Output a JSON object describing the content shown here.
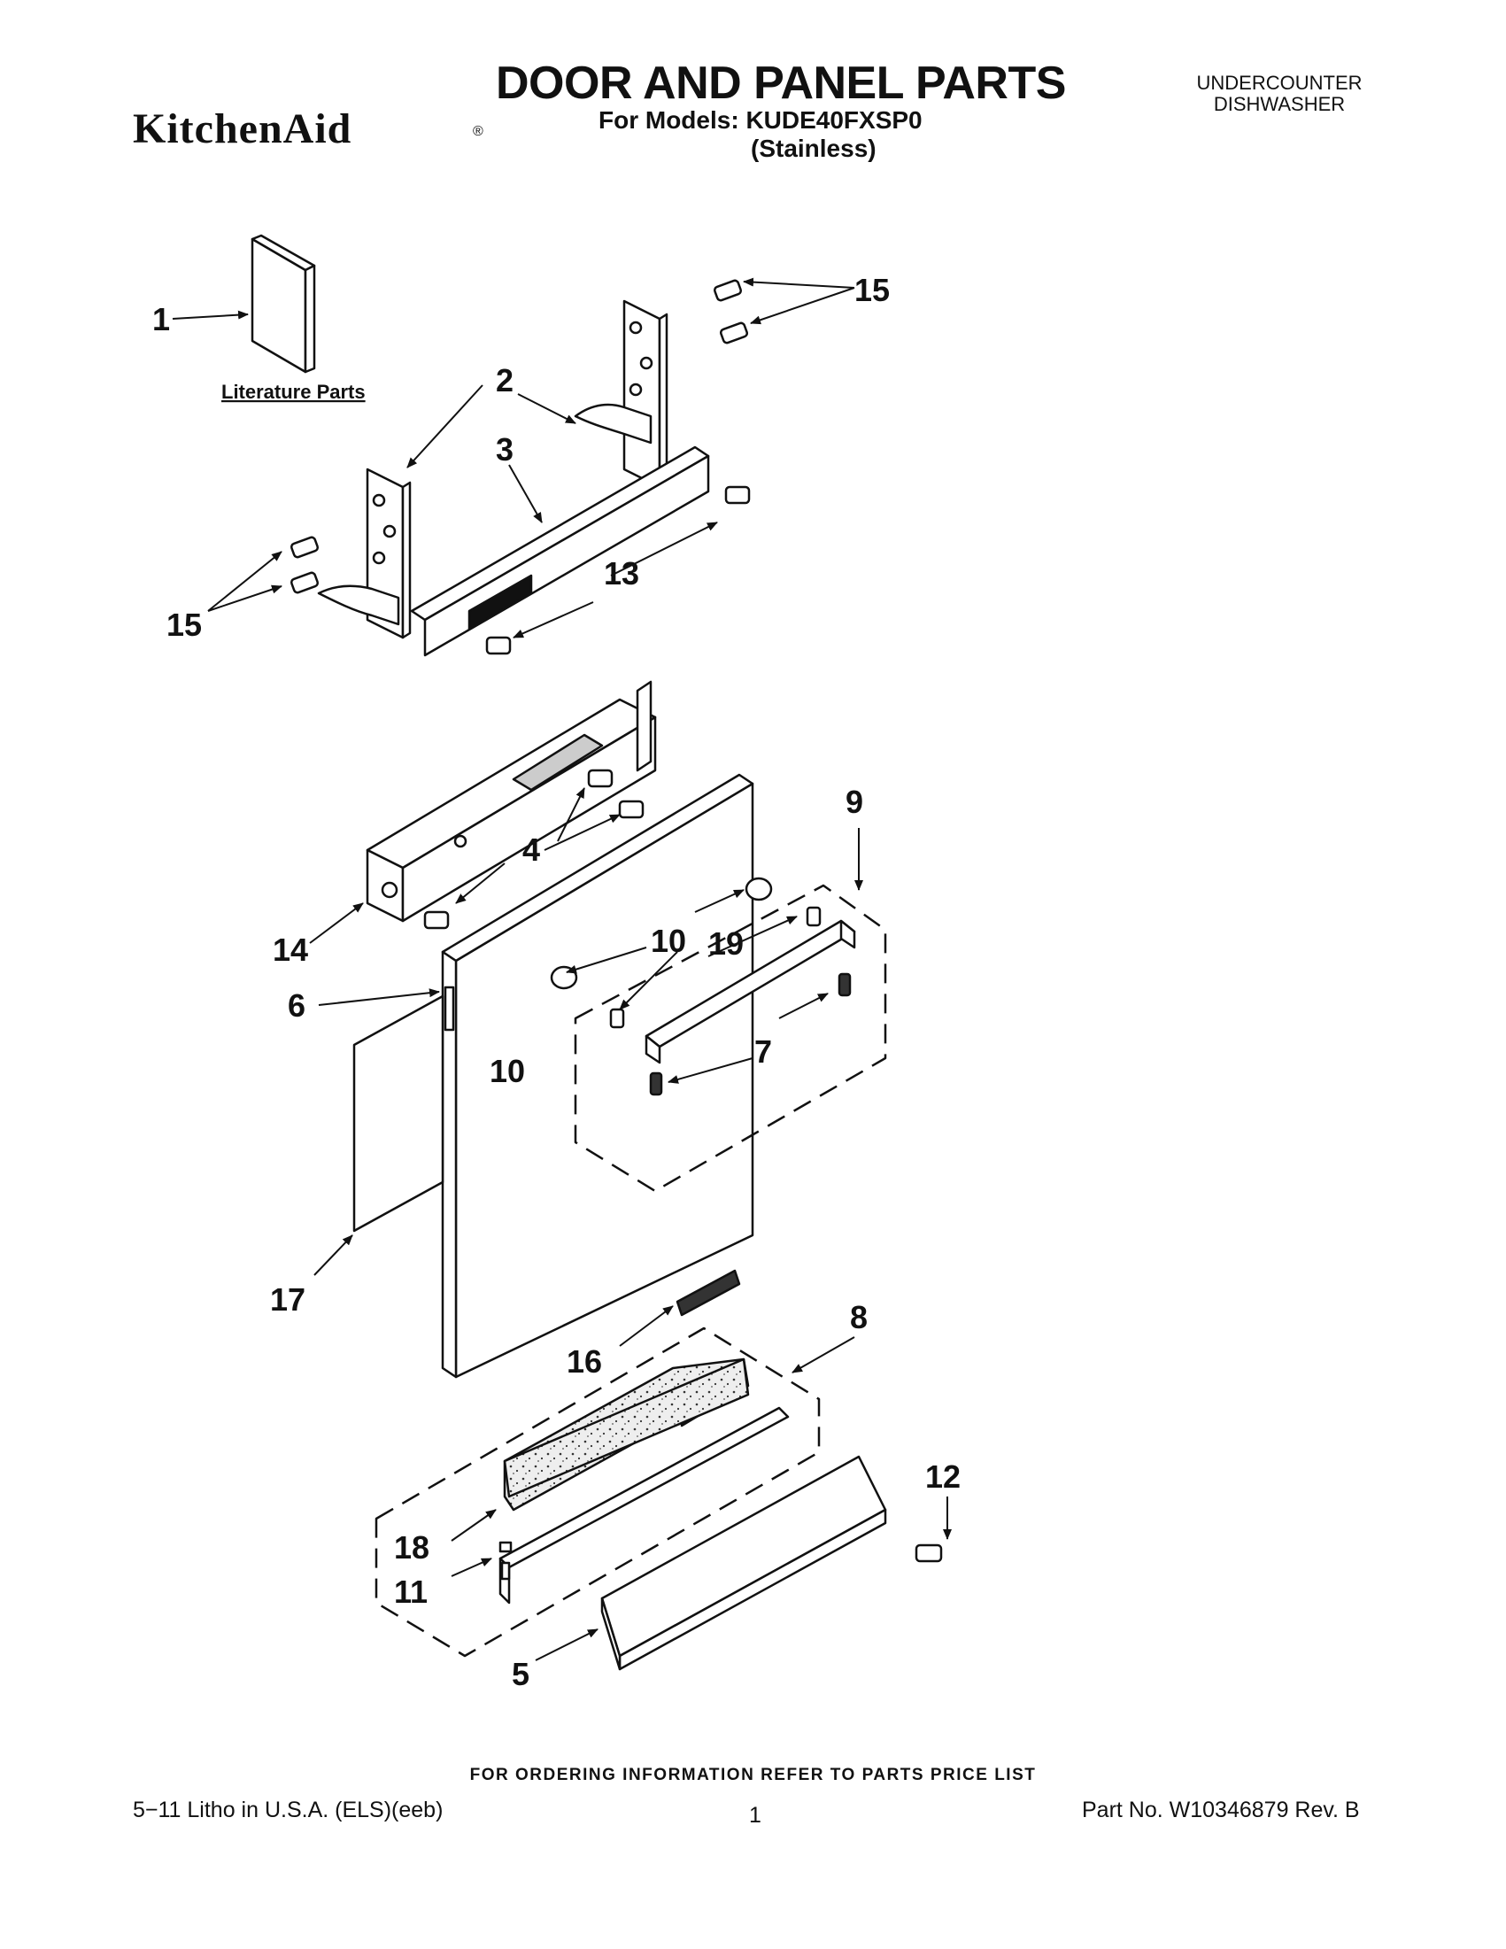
{
  "header": {
    "brand": "KitchenAid",
    "brand_mark": "®",
    "title": "DOOR AND PANEL PARTS",
    "models_line": "For Models: KUDE40FXSP0",
    "model_variant": "(Stainless)",
    "product_type_line1": "UNDERCOUNTER",
    "product_type_line2": "DISHWASHER"
  },
  "diagram": {
    "literature_label": "Literature Parts",
    "callouts": {
      "c1": "1",
      "c2": "2",
      "c3": "3",
      "c4": "4",
      "c5": "5",
      "c6": "6",
      "c7": "7",
      "c8": "8",
      "c9": "9",
      "c10a": "10",
      "c10b": "10",
      "c11": "11",
      "c12": "12",
      "c13": "13",
      "c14": "14",
      "c15a": "15",
      "c15b": "15",
      "c16": "16",
      "c17": "17",
      "c18": "18",
      "c19": "19"
    }
  },
  "footer": {
    "ordering_note": "FOR ORDERING INFORMATION REFER TO PARTS PRICE LIST",
    "litho": "5−11 Litho in U.S.A. (ELS)(eeb)",
    "page_number": "1",
    "part_number": "Part No. W10346879 Rev. B"
  }
}
